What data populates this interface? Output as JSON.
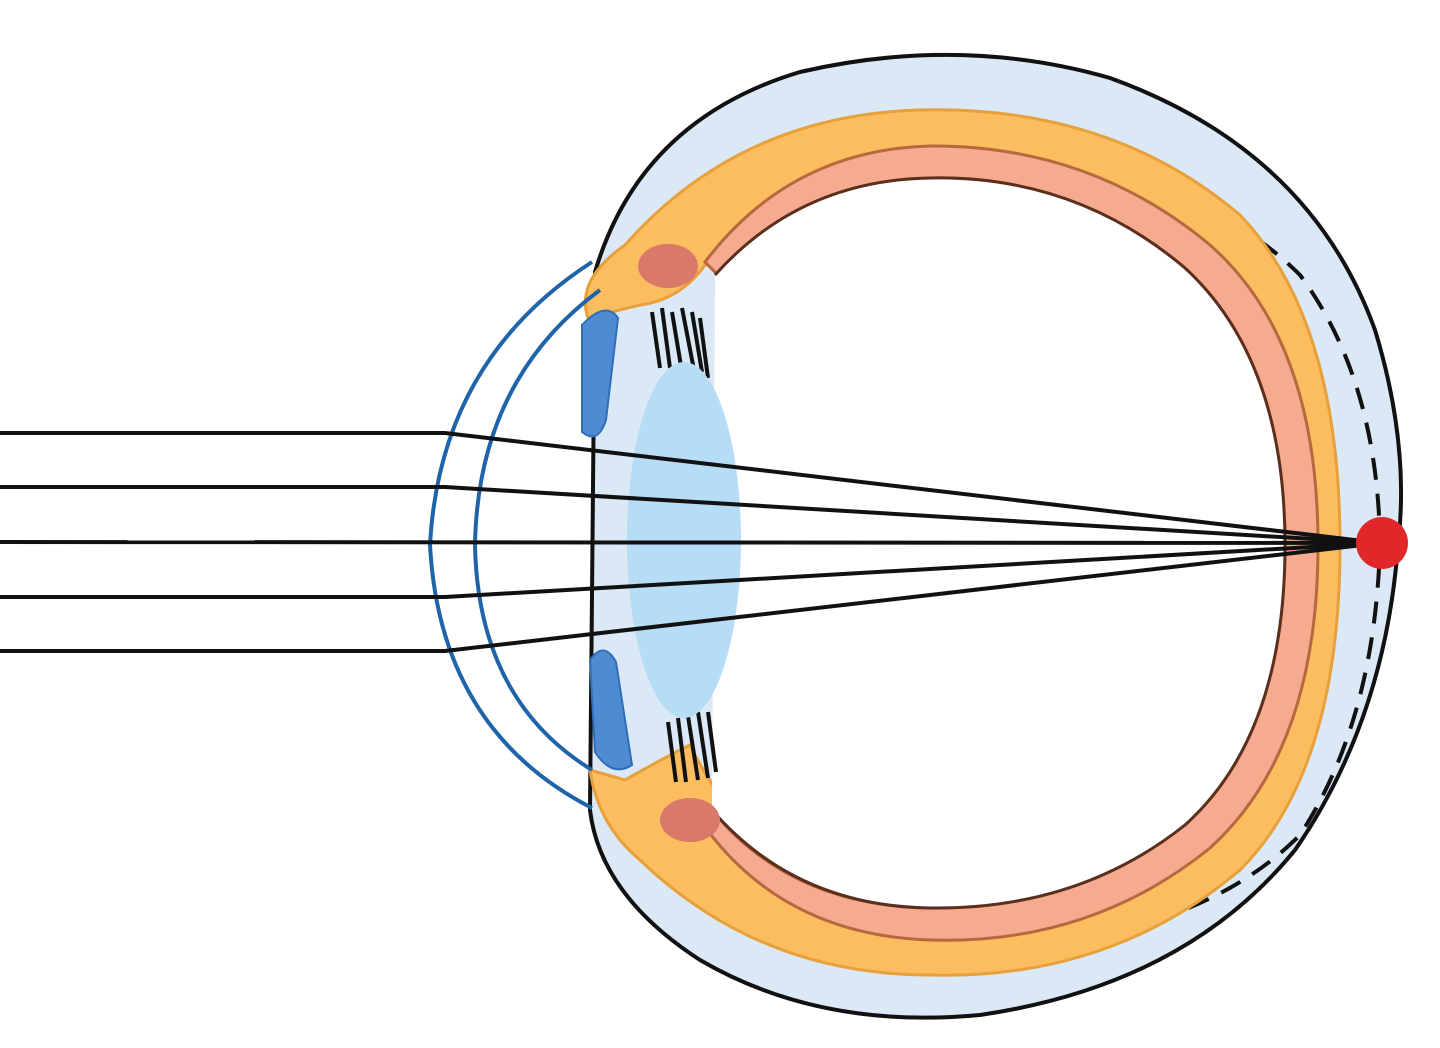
{
  "diagram": {
    "colors": {
      "background": "#ffffff",
      "sclera_fill": "#dbe8f6",
      "outline": "#111111",
      "choroid_fill": "#fbbd5f",
      "choroid_stroke": "#e7a03a",
      "retina_fill": "#f6aa8f",
      "ciliary_body_fill": "#d9796a",
      "iris_fill": "#4f8ad3",
      "cornea_stroke": "#1f64a8",
      "lens_fill": "#b6dcf6",
      "light_ray": "#111111",
      "focal_point": "#e0282b"
    },
    "parts": [
      "sclera",
      "choroid",
      "retina",
      "cornea",
      "iris",
      "ciliary-body",
      "zonular-fibers",
      "lens",
      "light-rays",
      "focal-point",
      "normal-eye-outline-dashed"
    ]
  }
}
